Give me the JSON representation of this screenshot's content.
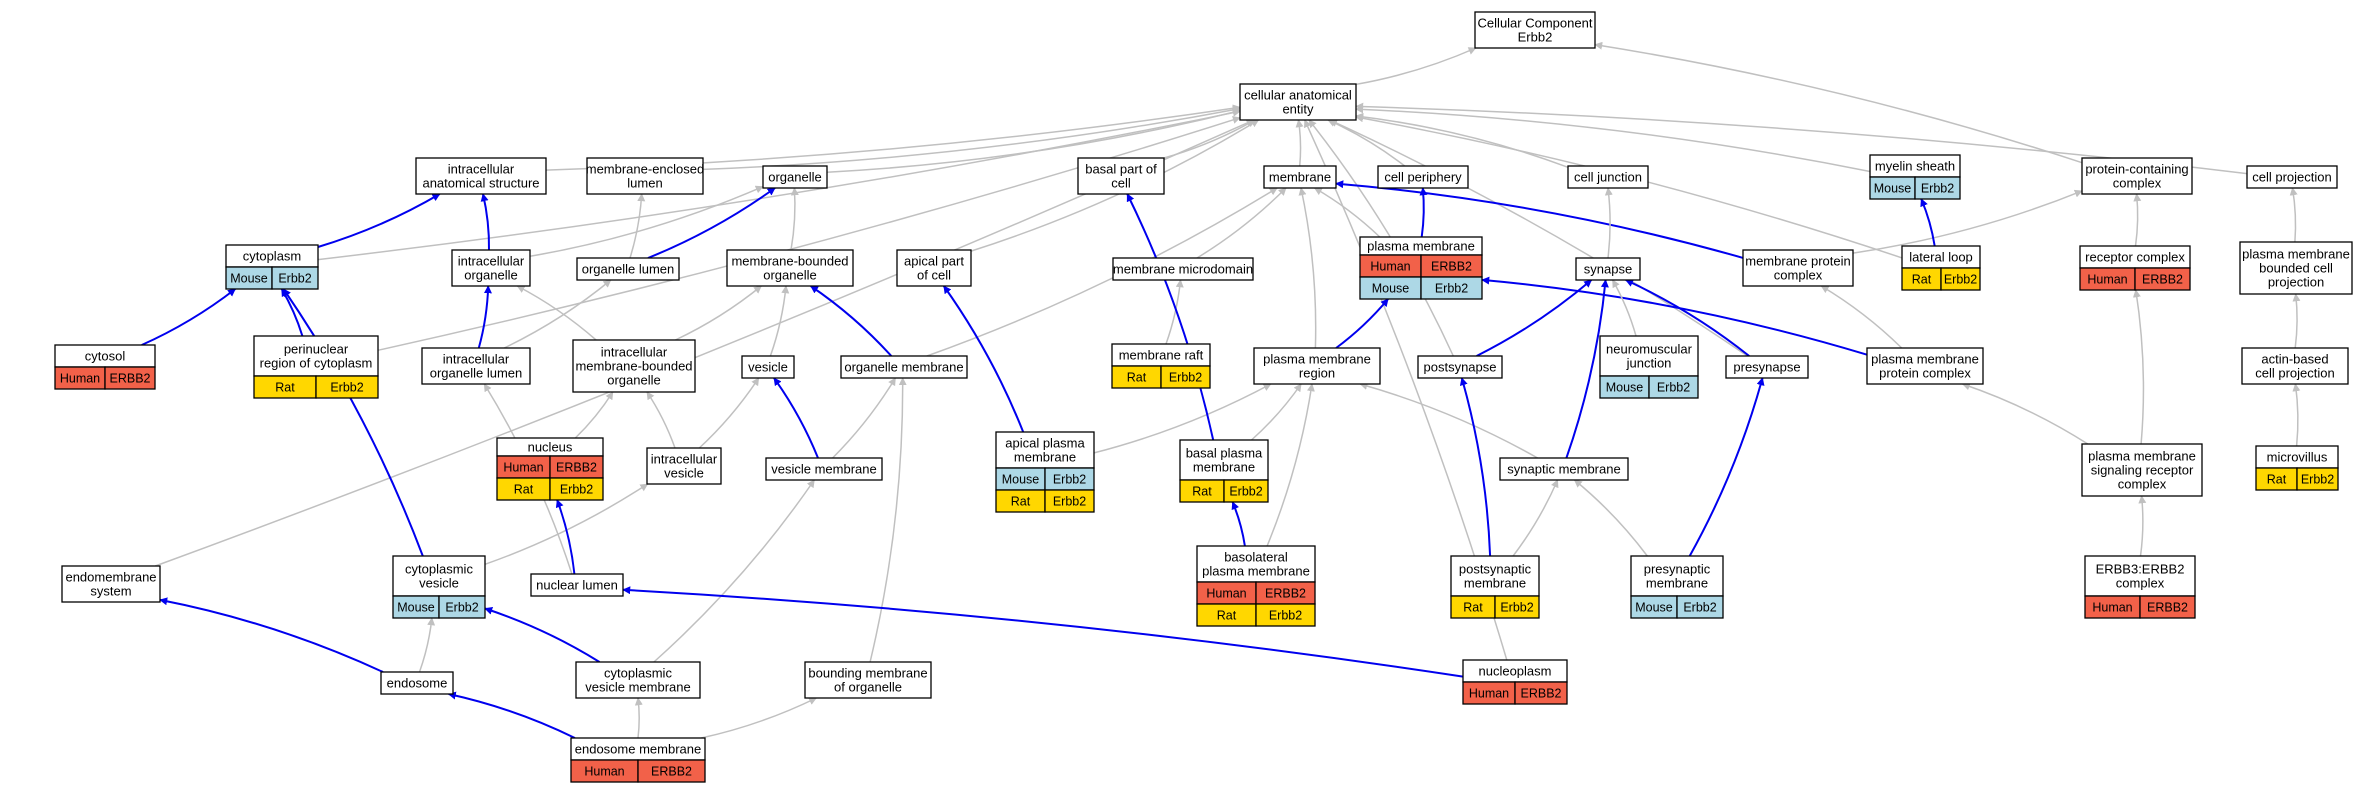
{
  "colors": {
    "Human": "#f26149",
    "Mouse": "#add8e6",
    "Rat": "#ffd700",
    "edge_is_a": "#c0c0c0",
    "edge_part_of": "#0000ee"
  },
  "nodes": [
    {
      "id": "cc_root",
      "lines": [
        "Cellular Component",
        "Erbb2"
      ]
    },
    {
      "id": "cellular_anatomical_entity",
      "lines": [
        "cellular anatomical",
        "entity"
      ]
    },
    {
      "id": "intracellular_anatomical_structure",
      "lines": [
        "intracellular",
        "anatomical structure"
      ]
    },
    {
      "id": "membrane_enclosed_lumen",
      "lines": [
        "membrane-enclosed",
        "lumen"
      ]
    },
    {
      "id": "organelle",
      "lines": [
        "organelle"
      ]
    },
    {
      "id": "basal_part_of_cell",
      "lines": [
        "basal part of",
        "cell"
      ]
    },
    {
      "id": "membrane",
      "lines": [
        "membrane"
      ]
    },
    {
      "id": "cell_periphery",
      "lines": [
        "cell periphery"
      ]
    },
    {
      "id": "cell_junction",
      "lines": [
        "cell junction"
      ]
    },
    {
      "id": "myelin_sheath",
      "lines": [
        "myelin sheath"
      ],
      "annotations": [
        [
          "Mouse",
          "Erbb2"
        ]
      ]
    },
    {
      "id": "protein_containing_complex",
      "lines": [
        "protein-containing",
        "complex"
      ]
    },
    {
      "id": "cell_projection",
      "lines": [
        "cell projection"
      ]
    },
    {
      "id": "cytoplasm",
      "lines": [
        "cytoplasm"
      ],
      "annotations": [
        [
          "Mouse",
          "Erbb2"
        ]
      ]
    },
    {
      "id": "intracellular_organelle",
      "lines": [
        "intracellular",
        "organelle"
      ]
    },
    {
      "id": "organelle_lumen",
      "lines": [
        "organelle lumen"
      ]
    },
    {
      "id": "membrane_bounded_organelle",
      "lines": [
        "membrane-bounded",
        "organelle"
      ]
    },
    {
      "id": "apical_part_of_cell",
      "lines": [
        "apical part",
        "of cell"
      ]
    },
    {
      "id": "membrane_microdomain",
      "lines": [
        "membrane microdomain"
      ]
    },
    {
      "id": "plasma_membrane",
      "lines": [
        "plasma membrane"
      ],
      "annotations": [
        [
          "Human",
          "ERBB2"
        ],
        [
          "Mouse",
          "Erbb2"
        ]
      ]
    },
    {
      "id": "synapse",
      "lines": [
        "synapse"
      ]
    },
    {
      "id": "membrane_protein_complex",
      "lines": [
        "membrane protein",
        "complex"
      ]
    },
    {
      "id": "lateral_loop",
      "lines": [
        "lateral loop"
      ],
      "annotations": [
        [
          "Rat",
          "Erbb2"
        ]
      ]
    },
    {
      "id": "receptor_complex",
      "lines": [
        "receptor complex"
      ],
      "annotations": [
        [
          "Human",
          "ERBB2"
        ]
      ]
    },
    {
      "id": "plasma_membrane_bounded_cell_projection",
      "lines": [
        "plasma membrane",
        "bounded cell",
        "projection"
      ]
    },
    {
      "id": "cytosol",
      "lines": [
        "cytosol"
      ],
      "annotations": [
        [
          "Human",
          "ERBB2"
        ]
      ]
    },
    {
      "id": "perinuclear_region",
      "lines": [
        "perinuclear",
        "region of cytoplasm"
      ],
      "annotations": [
        [
          "Rat",
          "Erbb2"
        ]
      ]
    },
    {
      "id": "intracellular_organelle_lumen",
      "lines": [
        "intracellular",
        "organelle lumen"
      ]
    },
    {
      "id": "intracellular_membrane_bounded_organelle",
      "lines": [
        "intracellular",
        "membrane-bounded",
        "organelle"
      ]
    },
    {
      "id": "vesicle",
      "lines": [
        "vesicle"
      ]
    },
    {
      "id": "organelle_membrane",
      "lines": [
        "organelle membrane"
      ]
    },
    {
      "id": "membrane_raft",
      "lines": [
        "membrane raft"
      ],
      "annotations": [
        [
          "Rat",
          "Erbb2"
        ]
      ]
    },
    {
      "id": "plasma_membrane_region",
      "lines": [
        "plasma membrane",
        "region"
      ]
    },
    {
      "id": "postsynapse",
      "lines": [
        "postsynapse"
      ]
    },
    {
      "id": "neuromuscular_junction",
      "lines": [
        "neuromuscular",
        "junction"
      ],
      "annotations": [
        [
          "Mouse",
          "Erbb2"
        ]
      ]
    },
    {
      "id": "presynapse",
      "lines": [
        "presynapse"
      ]
    },
    {
      "id": "plasma_membrane_protein_complex",
      "lines": [
        "plasma membrane",
        "protein complex"
      ]
    },
    {
      "id": "actin_based_cell_projection",
      "lines": [
        "actin-based",
        "cell projection"
      ]
    },
    {
      "id": "nucleus",
      "lines": [
        "nucleus"
      ],
      "annotations": [
        [
          "Human",
          "ERBB2"
        ],
        [
          "Rat",
          "Erbb2"
        ]
      ]
    },
    {
      "id": "intracellular_vesicle",
      "lines": [
        "intracellular",
        "vesicle"
      ]
    },
    {
      "id": "vesicle_membrane",
      "lines": [
        "vesicle membrane"
      ]
    },
    {
      "id": "apical_plasma_membrane",
      "lines": [
        "apical plasma",
        "membrane"
      ],
      "annotations": [
        [
          "Mouse",
          "Erbb2"
        ],
        [
          "Rat",
          "Erbb2"
        ]
      ]
    },
    {
      "id": "basal_plasma_membrane",
      "lines": [
        "basal plasma",
        "membrane"
      ],
      "annotations": [
        [
          "Rat",
          "Erbb2"
        ]
      ]
    },
    {
      "id": "synaptic_membrane",
      "lines": [
        "synaptic membrane"
      ]
    },
    {
      "id": "plasma_membrane_signaling_receptor_complex",
      "lines": [
        "plasma membrane",
        "signaling receptor",
        "complex"
      ]
    },
    {
      "id": "microvillus",
      "lines": [
        "microvillus"
      ],
      "annotations": [
        [
          "Rat",
          "Erbb2"
        ]
      ]
    },
    {
      "id": "endomembrane_system",
      "lines": [
        "endomembrane",
        "system"
      ]
    },
    {
      "id": "cytoplasmic_vesicle",
      "lines": [
        "cytoplasmic",
        "vesicle"
      ],
      "annotations": [
        [
          "Mouse",
          "Erbb2"
        ]
      ]
    },
    {
      "id": "nuclear_lumen",
      "lines": [
        "nuclear lumen"
      ]
    },
    {
      "id": "basolateral_plasma_membrane",
      "lines": [
        "basolateral",
        "plasma membrane"
      ],
      "annotations": [
        [
          "Human",
          "ERBB2"
        ],
        [
          "Rat",
          "Erbb2"
        ]
      ]
    },
    {
      "id": "postsynaptic_membrane",
      "lines": [
        "postsynaptic",
        "membrane"
      ],
      "annotations": [
        [
          "Rat",
          "Erbb2"
        ]
      ]
    },
    {
      "id": "presynaptic_membrane",
      "lines": [
        "presynaptic",
        "membrane"
      ],
      "annotations": [
        [
          "Mouse",
          "Erbb2"
        ]
      ]
    },
    {
      "id": "erbb3_erbb2_complex",
      "lines": [
        "ERBB3:ERBB2",
        "complex"
      ],
      "annotations": [
        [
          "Human",
          "ERBB2"
        ]
      ]
    },
    {
      "id": "endosome",
      "lines": [
        "endosome"
      ]
    },
    {
      "id": "cytoplasmic_vesicle_membrane",
      "lines": [
        "cytoplasmic",
        "vesicle membrane"
      ]
    },
    {
      "id": "bounding_membrane_of_organelle",
      "lines": [
        "bounding membrane",
        "of organelle"
      ]
    },
    {
      "id": "nucleoplasm",
      "lines": [
        "nucleoplasm"
      ],
      "annotations": [
        [
          "Human",
          "ERBB2"
        ]
      ]
    },
    {
      "id": "endosome_membrane",
      "lines": [
        "endosome membrane"
      ],
      "annotations": [
        [
          "Human",
          "ERBB2"
        ]
      ]
    }
  ],
  "edges": [
    {
      "from": "cellular_anatomical_entity",
      "to": "cc_root",
      "kind": "is_a"
    },
    {
      "from": "protein_containing_complex",
      "to": "cc_root",
      "kind": "is_a"
    },
    {
      "from": "cell_projection",
      "to": "cellular_anatomical_entity",
      "kind": "is_a"
    },
    {
      "from": "intracellular_anatomical_structure",
      "to": "cellular_anatomical_entity",
      "kind": "is_a"
    },
    {
      "from": "membrane_enclosed_lumen",
      "to": "cellular_anatomical_entity",
      "kind": "is_a"
    },
    {
      "from": "organelle",
      "to": "cellular_anatomical_entity",
      "kind": "is_a"
    },
    {
      "from": "basal_part_of_cell",
      "to": "cellular_anatomical_entity",
      "kind": "is_a"
    },
    {
      "from": "membrane",
      "to": "cellular_anatomical_entity",
      "kind": "is_a"
    },
    {
      "from": "cell_periphery",
      "to": "cellular_anatomical_entity",
      "kind": "is_a"
    },
    {
      "from": "cell_junction",
      "to": "cellular_anatomical_entity",
      "kind": "is_a"
    },
    {
      "from": "myelin_sheath",
      "to": "cellular_anatomical_entity",
      "kind": "is_a"
    },
    {
      "from": "cytoplasm",
      "to": "cellular_anatomical_entity",
      "kind": "is_a"
    },
    {
      "from": "perinuclear_region",
      "to": "cellular_anatomical_entity",
      "kind": "is_a"
    },
    {
      "from": "endomembrane_system",
      "to": "cellular_anatomical_entity",
      "kind": "is_a"
    },
    {
      "from": "apical_part_of_cell",
      "to": "cellular_anatomical_entity",
      "kind": "is_a"
    },
    {
      "from": "postsynapse",
      "to": "cellular_anatomical_entity",
      "kind": "is_a"
    },
    {
      "from": "presynapse",
      "to": "cellular_anatomical_entity",
      "kind": "is_a"
    },
    {
      "from": "lateral_loop",
      "to": "cellular_anatomical_entity",
      "kind": "is_a"
    },
    {
      "from": "nucleoplasm",
      "to": "cellular_anatomical_entity",
      "kind": "is_a"
    },
    {
      "from": "cytoplasm",
      "to": "intracellular_anatomical_structure",
      "kind": "part_of"
    },
    {
      "from": "intracellular_organelle",
      "to": "intracellular_anatomical_structure",
      "kind": "part_of"
    },
    {
      "from": "intracellular_organelle",
      "to": "organelle",
      "kind": "is_a"
    },
    {
      "from": "organelle_lumen",
      "to": "membrane_enclosed_lumen",
      "kind": "is_a"
    },
    {
      "from": "organelle_lumen",
      "to": "organelle",
      "kind": "part_of"
    },
    {
      "from": "membrane_bounded_organelle",
      "to": "organelle",
      "kind": "is_a"
    },
    {
      "from": "cytosol",
      "to": "cytoplasm",
      "kind": "part_of"
    },
    {
      "from": "perinuclear_region",
      "to": "cytoplasm",
      "kind": "part_of"
    },
    {
      "from": "cytoplasmic_vesicle",
      "to": "cytoplasm",
      "kind": "part_of"
    },
    {
      "from": "intracellular_organelle_lumen",
      "to": "intracellular_organelle",
      "kind": "part_of"
    },
    {
      "from": "intracellular_organelle_lumen",
      "to": "organelle_lumen",
      "kind": "is_a"
    },
    {
      "from": "intracellular_membrane_bounded_organelle",
      "to": "intracellular_organelle",
      "kind": "is_a"
    },
    {
      "from": "intracellular_membrane_bounded_organelle",
      "to": "membrane_bounded_organelle",
      "kind": "is_a"
    },
    {
      "from": "vesicle",
      "to": "membrane_bounded_organelle",
      "kind": "is_a"
    },
    {
      "from": "organelle_membrane",
      "to": "membrane_bounded_organelle",
      "kind": "part_of"
    },
    {
      "from": "organelle_membrane",
      "to": "membrane",
      "kind": "is_a"
    },
    {
      "from": "apical_plasma_membrane",
      "to": "apical_part_of_cell",
      "kind": "part_of"
    },
    {
      "from": "apical_plasma_membrane",
      "to": "plasma_membrane_region",
      "kind": "is_a"
    },
    {
      "from": "membrane_microdomain",
      "to": "membrane",
      "kind": "is_a"
    },
    {
      "from": "membrane_raft",
      "to": "membrane_microdomain",
      "kind": "is_a"
    },
    {
      "from": "plasma_membrane",
      "to": "membrane",
      "kind": "is_a"
    },
    {
      "from": "plasma_membrane",
      "to": "cell_periphery",
      "kind": "part_of"
    },
    {
      "from": "plasma_membrane_region",
      "to": "plasma_membrane",
      "kind": "part_of"
    },
    {
      "from": "plasma_membrane_region",
      "to": "membrane",
      "kind": "is_a"
    },
    {
      "from": "membrane_protein_complex",
      "to": "membrane",
      "kind": "part_of"
    },
    {
      "from": "membrane_protein_complex",
      "to": "protein_containing_complex",
      "kind": "is_a"
    },
    {
      "from": "plasma_membrane_protein_complex",
      "to": "membrane_protein_complex",
      "kind": "is_a"
    },
    {
      "from": "plasma_membrane_protein_complex",
      "to": "plasma_membrane",
      "kind": "part_of"
    },
    {
      "from": "lateral_loop",
      "to": "myelin_sheath",
      "kind": "part_of"
    },
    {
      "from": "synapse",
      "to": "cell_junction",
      "kind": "is_a"
    },
    {
      "from": "neuromuscular_junction",
      "to": "synapse",
      "kind": "is_a"
    },
    {
      "from": "postsynapse",
      "to": "synapse",
      "kind": "part_of"
    },
    {
      "from": "presynapse",
      "to": "synapse",
      "kind": "part_of"
    },
    {
      "from": "synaptic_membrane",
      "to": "synapse",
      "kind": "part_of"
    },
    {
      "from": "synaptic_membrane",
      "to": "plasma_membrane_region",
      "kind": "is_a"
    },
    {
      "from": "postsynaptic_membrane",
      "to": "postsynapse",
      "kind": "part_of"
    },
    {
      "from": "postsynaptic_membrane",
      "to": "synaptic_membrane",
      "kind": "is_a"
    },
    {
      "from": "presynaptic_membrane",
      "to": "presynapse",
      "kind": "part_of"
    },
    {
      "from": "presynaptic_membrane",
      "to": "synaptic_membrane",
      "kind": "is_a"
    },
    {
      "from": "receptor_complex",
      "to": "protein_containing_complex",
      "kind": "is_a"
    },
    {
      "from": "plasma_membrane_signaling_receptor_complex",
      "to": "receptor_complex",
      "kind": "is_a"
    },
    {
      "from": "plasma_membrane_signaling_receptor_complex",
      "to": "plasma_membrane_protein_complex",
      "kind": "is_a"
    },
    {
      "from": "erbb3_erbb2_complex",
      "to": "plasma_membrane_signaling_receptor_complex",
      "kind": "is_a"
    },
    {
      "from": "plasma_membrane_bounded_cell_projection",
      "to": "cell_projection",
      "kind": "is_a"
    },
    {
      "from": "actin_based_cell_projection",
      "to": "plasma_membrane_bounded_cell_projection",
      "kind": "is_a"
    },
    {
      "from": "microvillus",
      "to": "actin_based_cell_projection",
      "kind": "is_a"
    },
    {
      "from": "nucleus",
      "to": "intracellular_membrane_bounded_organelle",
      "kind": "is_a"
    },
    {
      "from": "intracellular_vesicle",
      "to": "intracellular_membrane_bounded_organelle",
      "kind": "is_a"
    },
    {
      "from": "intracellular_vesicle",
      "to": "vesicle",
      "kind": "is_a"
    },
    {
      "from": "vesicle_membrane",
      "to": "vesicle",
      "kind": "part_of"
    },
    {
      "from": "vesicle_membrane",
      "to": "organelle_membrane",
      "kind": "is_a"
    },
    {
      "from": "basal_plasma_membrane",
      "to": "basal_part_of_cell",
      "kind": "part_of"
    },
    {
      "from": "basal_plasma_membrane",
      "to": "plasma_membrane_region",
      "kind": "is_a"
    },
    {
      "from": "basolateral_plasma_membrane",
      "to": "basal_plasma_membrane",
      "kind": "part_of"
    },
    {
      "from": "basolateral_plasma_membrane",
      "to": "plasma_membrane_region",
      "kind": "is_a"
    },
    {
      "from": "cytoplasmic_vesicle",
      "to": "intracellular_vesicle",
      "kind": "is_a"
    },
    {
      "from": "nuclear_lumen",
      "to": "nucleus",
      "kind": "part_of"
    },
    {
      "from": "nuclear_lumen",
      "to": "intracellular_organelle_lumen",
      "kind": "is_a"
    },
    {
      "from": "endosome",
      "to": "endomembrane_system",
      "kind": "part_of"
    },
    {
      "from": "endosome",
      "to": "cytoplasmic_vesicle",
      "kind": "is_a"
    },
    {
      "from": "cytoplasmic_vesicle_membrane",
      "to": "cytoplasmic_vesicle",
      "kind": "part_of"
    },
    {
      "from": "cytoplasmic_vesicle_membrane",
      "to": "vesicle_membrane",
      "kind": "is_a"
    },
    {
      "from": "bounding_membrane_of_organelle",
      "to": "organelle_membrane",
      "kind": "is_a"
    },
    {
      "from": "nucleoplasm",
      "to": "nuclear_lumen",
      "kind": "part_of"
    },
    {
      "from": "endosome_membrane",
      "to": "endosome",
      "kind": "part_of"
    },
    {
      "from": "endosome_membrane",
      "to": "cytoplasmic_vesicle_membrane",
      "kind": "is_a"
    },
    {
      "from": "endosome_membrane",
      "to": "bounding_membrane_of_organelle",
      "kind": "is_a"
    }
  ]
}
